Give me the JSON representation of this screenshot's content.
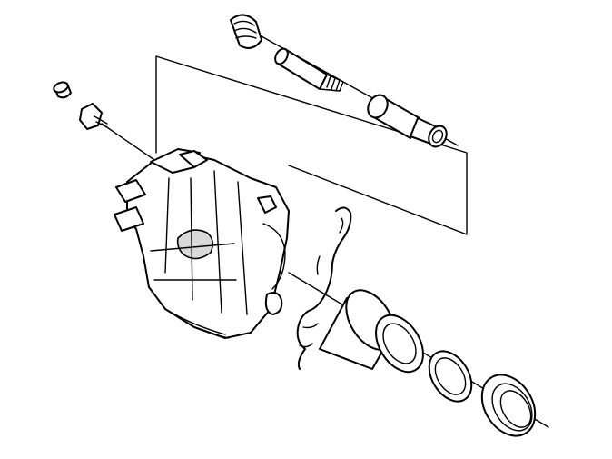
{
  "diagram": {
    "style": "exploded-view line drawing",
    "colors": {
      "line": "#000000",
      "background": "#ffffff",
      "shade": "#d9d9d9"
    },
    "parts": [
      "guide-pin-boot",
      "guide-pin",
      "guide-pin-bushing",
      "bleeder-cap",
      "bleeder-screw",
      "caliper-housing",
      "anti-rattle-spring",
      "piston",
      "piston-seal",
      "dust-boot"
    ]
  }
}
